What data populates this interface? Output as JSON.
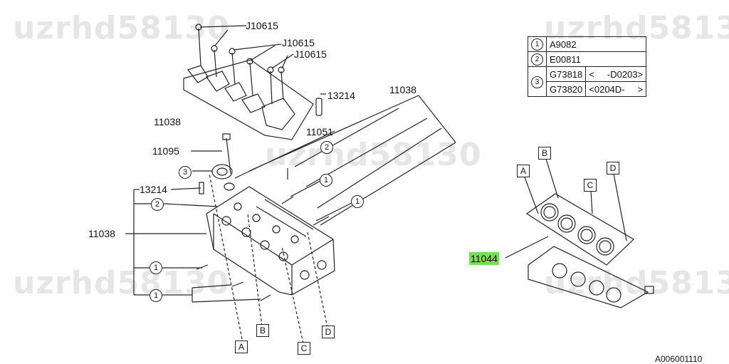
{
  "watermark": "uzrhd58130",
  "legend": {
    "rows": [
      {
        "num": "1",
        "codes": [
          {
            "part": "A9082",
            "range": ""
          }
        ]
      },
      {
        "num": "2",
        "codes": [
          {
            "part": "E00811",
            "range": ""
          }
        ]
      },
      {
        "num": "3",
        "codes": [
          {
            "part": "G73818",
            "range": "<     -D0203>"
          },
          {
            "part": "G73820",
            "range": "<0204D-     >"
          }
        ]
      }
    ]
  },
  "labels": {
    "j10615_a": "J10615",
    "j10615_b": "J10615",
    "j10615_c": "J10615",
    "p13214_top": "13214",
    "p11038_top": "11038",
    "p11038_left": "11038",
    "p11051": "11051",
    "p11095": "11095",
    "p13214_left": "13214",
    "p11038_main": "11038",
    "p11044": "11044"
  },
  "callouts": {
    "c2_mid": "2",
    "c1_mid": "1",
    "c1_right": "1",
    "c3": "3",
    "c2_left": "2",
    "c1_left_a": "1",
    "c1_left_b": "1"
  },
  "refs": {
    "a_bottom": "A",
    "b_bottom": "B",
    "c_bottom": "C",
    "d_bottom": "D",
    "a_right": "A",
    "b_right": "B",
    "c_right": "C",
    "d_right": "D"
  },
  "diagram_code": "A006001110"
}
